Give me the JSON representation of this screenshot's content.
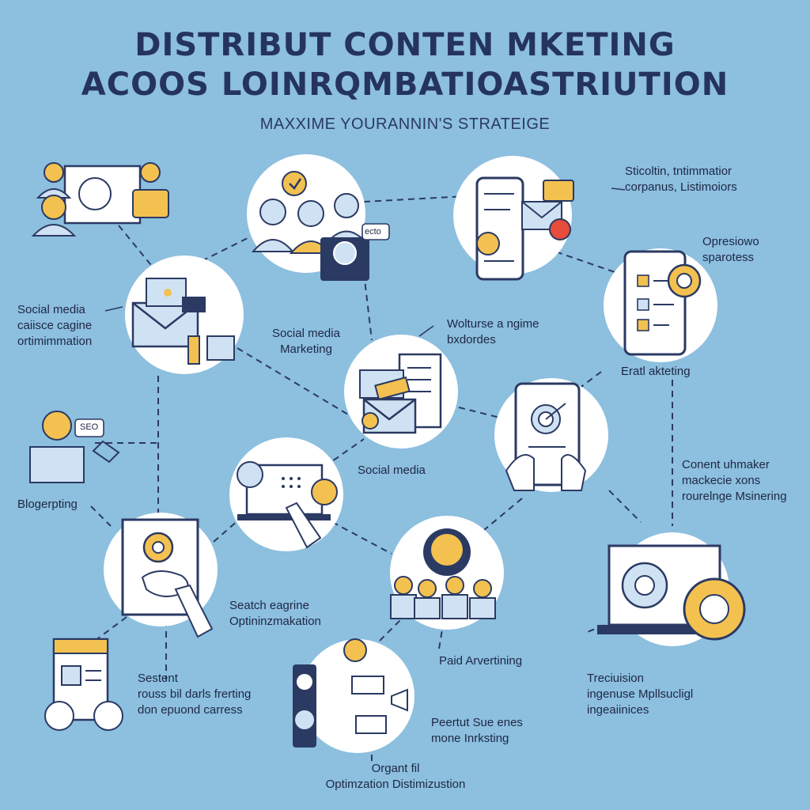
{
  "header": {
    "title_line1": "DISTRIBUT CONTEN MKETING",
    "title_line2": "ACOOS LOINRQMBATIOASTRIUTION",
    "subtitle": "MAXXIME YOURANNIN'S STRATEIGE"
  },
  "labels": {
    "top_right": "Sticoltin, tntimmatior\ncorpanus, Listimoiors",
    "opresiowo": "Opresiowo\nsparotess",
    "social_caiisce": "Social media\ncaiisce cagine\nortimimmation",
    "social_marketing": "Social media\nMarketing",
    "wolturse": "Wolturse a ngime\nbxdordes",
    "eratl": "Eratl akteting",
    "social_media": "Social media",
    "blogerpting": "Blogerpting",
    "content_maker": "Conent uhmaker\nmackecie xons\nrourelnge Msinering",
    "search_engine": "Seatch eagrine\nOptininzmakation",
    "paid_ad": "Paid Arvertining",
    "seatent": "Sestent\nrouss bil darls frerting\ndon epuond carress",
    "treciuision": "Treciuision\ningenuse Mpllsucligl\ningeaiinices",
    "peertut": "Peertut Sue enes\nmone Inrksting",
    "organt": "Organt fil\nOptimzation Distimizustion"
  },
  "badges": {
    "seo": "SEO",
    "ecto": "ecto"
  },
  "colors": {
    "background": "#8dbfdf",
    "navy": "#2b3a63",
    "accent_yellow": "#f3c150",
    "light_blue": "#cfe2f3",
    "white": "#ffffff"
  }
}
